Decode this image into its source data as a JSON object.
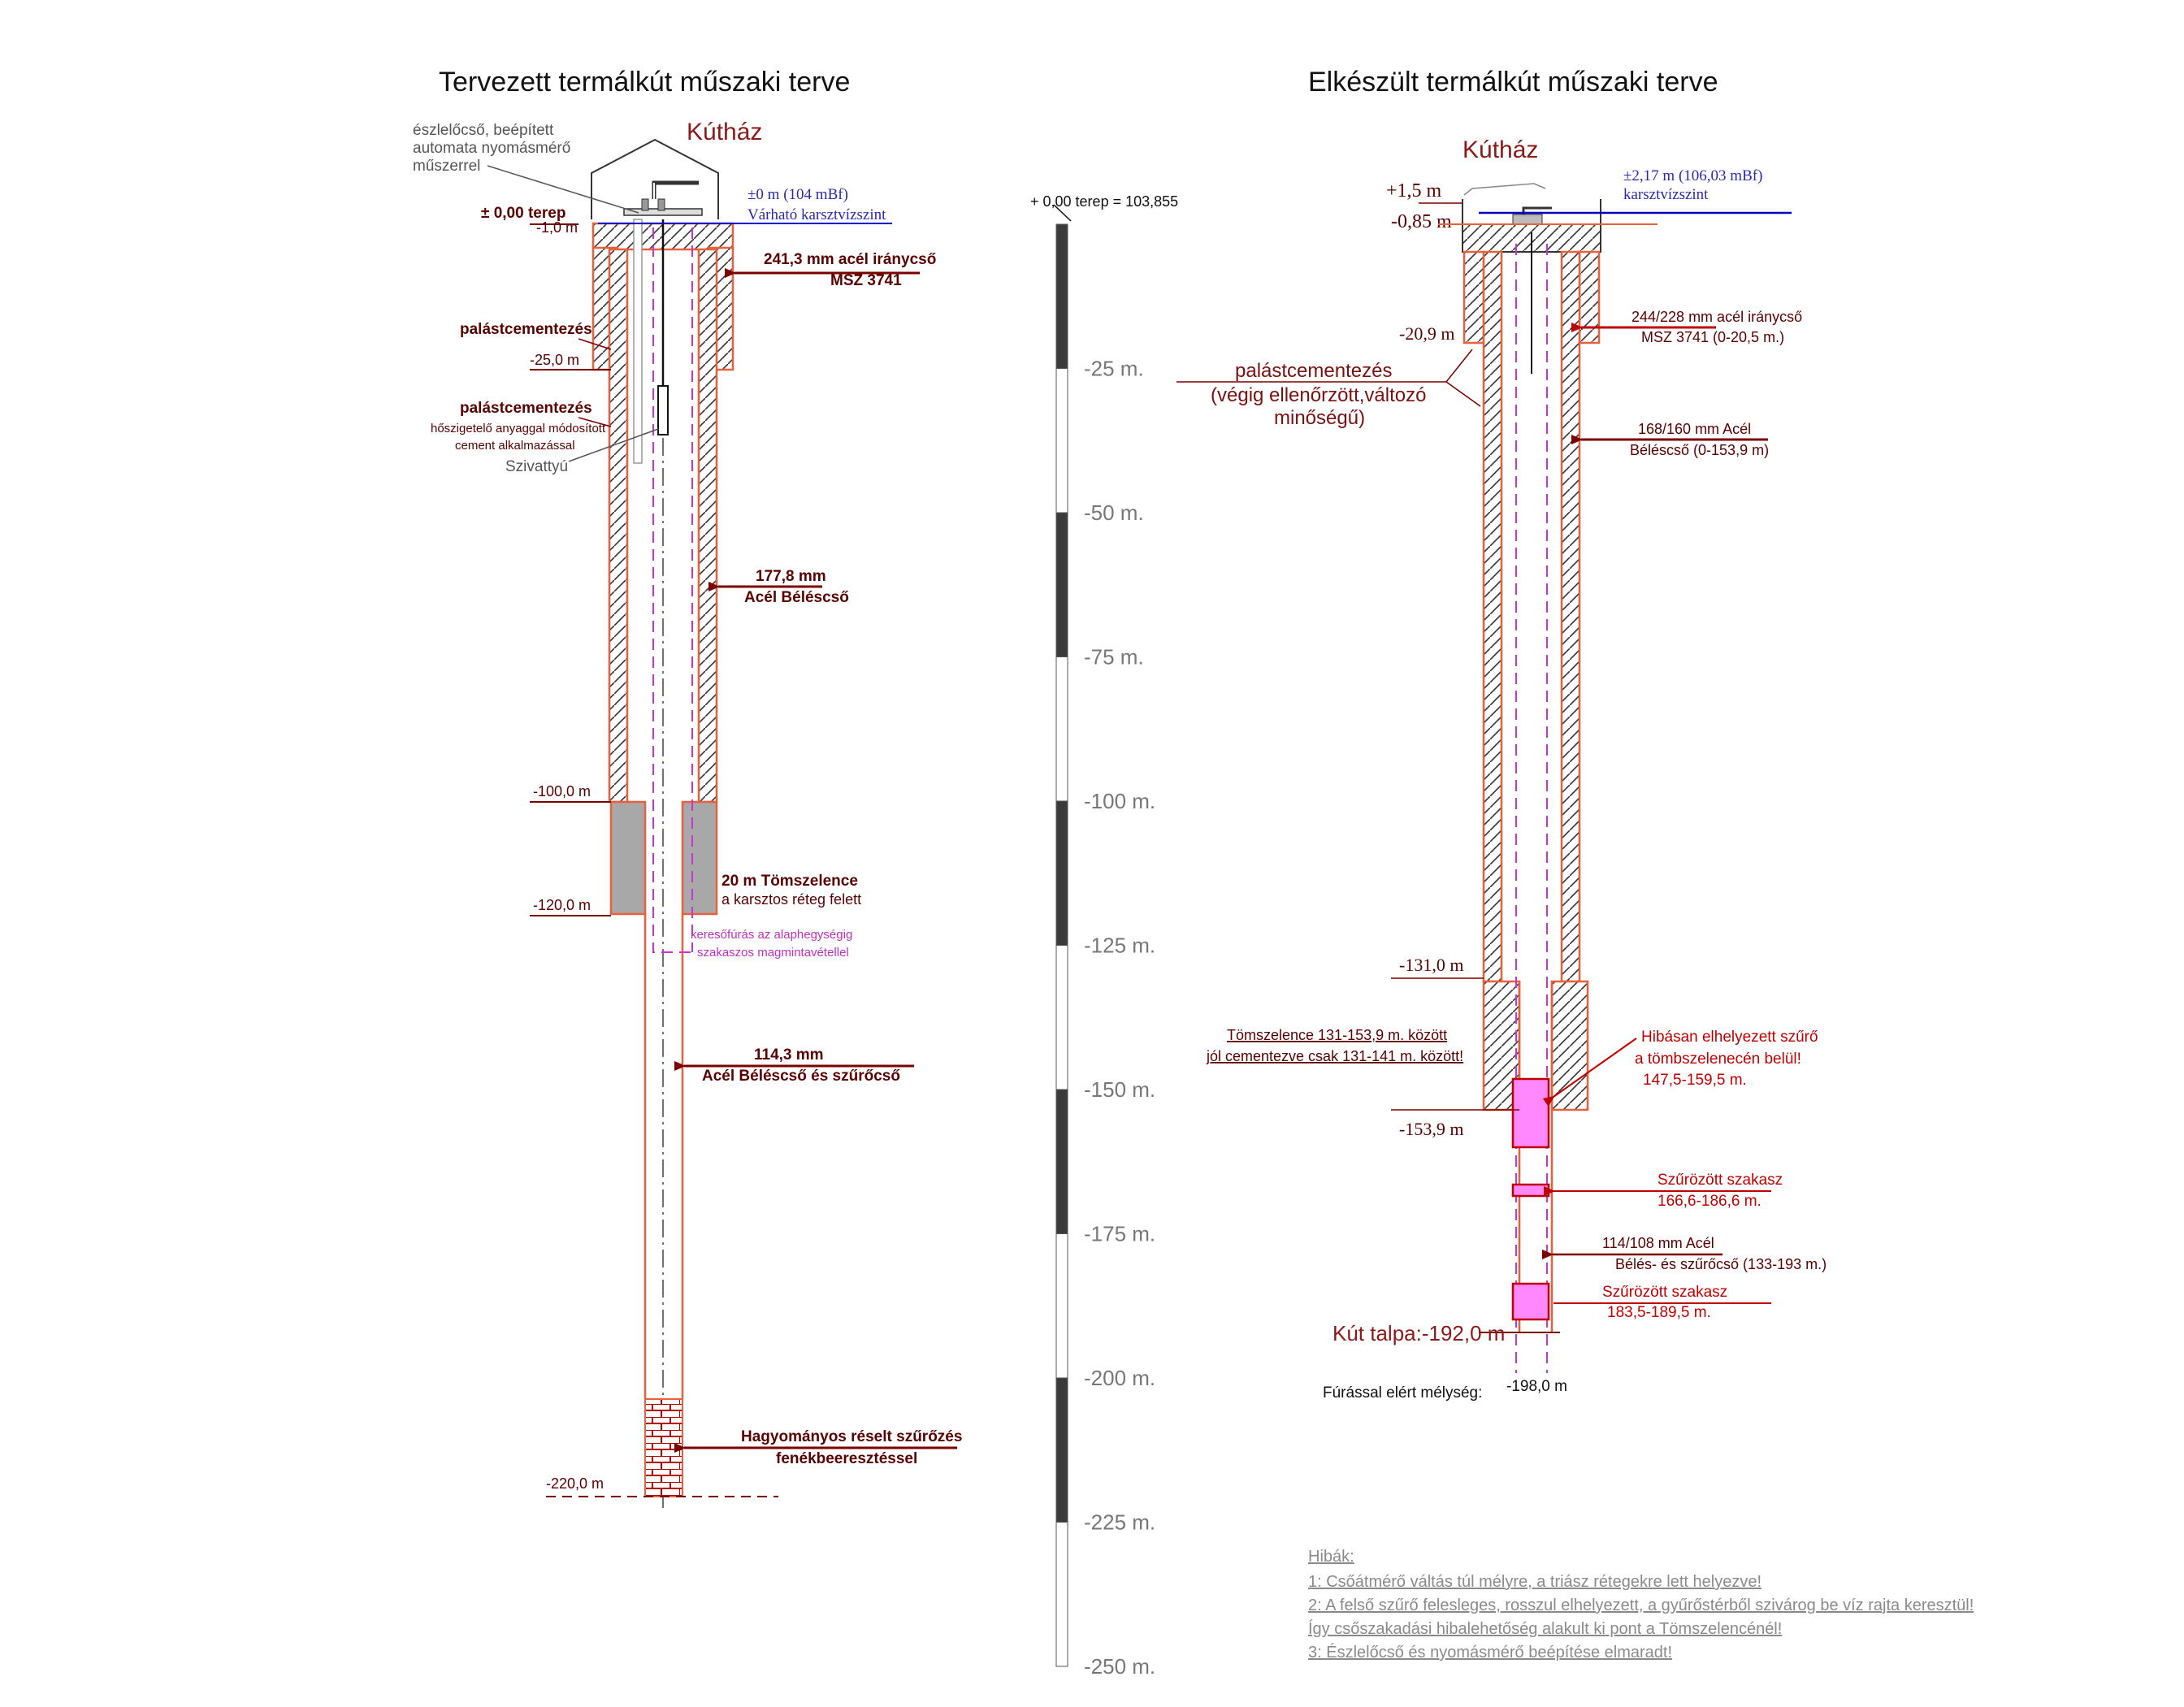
{
  "titles": {
    "planned": "Tervezett termálkút műszaki terve",
    "completed": "Elkészült termálkút műszaki terve"
  },
  "planned": {
    "kuthaz": "Kútház",
    "observation_pipe": [
      "észlelőcső, beépített",
      "automata nyomásmérő",
      "műszerrel"
    ],
    "water_level": [
      "±0 m (104 mBf)",
      "Várható karsztvízszint"
    ],
    "terep": "± 0,00 terep",
    "depth_top": "-1,0 m",
    "casing_outer": [
      "241,3 mm acél iránycső",
      "MSZ 3741"
    ],
    "cementing_1": "palástcementezés",
    "depth_25": "-25,0 m",
    "cementing_2": "palástcementezés",
    "cementing_2_note": [
      "hőszigetelő anyaggal módosított",
      "cement alkalmazással"
    ],
    "pump": "Szivattyú",
    "casing_inner": [
      "177,8 mm",
      "Acél Béléscső"
    ],
    "depth_100": "-100,0 m",
    "plug": [
      "20 m Tömszelence",
      "a karsztos réteg felett"
    ],
    "depth_120": "-120,0 m",
    "exploration": [
      "keresőfúrás az alaphegységig",
      "szakaszos magmintavétellel"
    ],
    "casing_small": [
      "114,3 mm",
      "Acél Béléscső és szűrőcső"
    ],
    "filter": [
      "Hagyományos réselt szűrőzés",
      "fenékbeeresztéssel"
    ],
    "depth_220": "-220,0 m"
  },
  "scale": {
    "terep": "+ 0,00 terep = 103,855",
    "ticks": [
      "-25 m.",
      "-50 m.",
      "-75 m.",
      "-100 m.",
      "-125 m.",
      "-150 m.",
      "-175 m.",
      "-200 m.",
      "-225 m.",
      "-250 m."
    ]
  },
  "completed": {
    "kuthaz": "Kútház",
    "water_level": [
      "±2,17 m (106,03 mBf)",
      "karsztvízszint"
    ],
    "elev_plus": "+1,5  m",
    "elev_minus": "-0,85  m",
    "casing_outer": [
      "244/228 mm acél iránycső",
      "MSZ 3741 (0-20,5 m.)"
    ],
    "depth_20_9": "-20,9 m",
    "cementing": [
      "palástcementezés",
      "(végig ellenőrzött,változó",
      "minőségű)"
    ],
    "casing_inner": [
      "168/160 mm Acél",
      "Béléscső (0-153,9 m)"
    ],
    "depth_131": "-131,0 m",
    "plug": [
      "Tömszelence 131-153,9 m. között",
      "jól cementezve csak 131-141 m. között!"
    ],
    "bad_filter": [
      "Hibásan elhelyezett szűrő",
      "a tömbszelenecén belül!",
      "147,5-159,5 m."
    ],
    "depth_153_9": "-153,9 m",
    "filtered_1": [
      "Szűrözött szakasz",
      "166,6-186,6 m."
    ],
    "casing_small": [
      "114/108 mm Acél",
      "Bélés- és szűrőcső (133-193 m.)"
    ],
    "filtered_2": [
      "Szűrözött szakasz",
      "183,5-189,5 m."
    ],
    "bottom": "Kút talpa:-192,0 m",
    "drilled_label": "Fúrással elért mélység:",
    "drilled_value": "-198,0 m"
  },
  "errors": {
    "title": "Hibák:",
    "lines": [
      "1: Csőátmérő váltás túl mélyre, a triász rétegekre lett helyezve!",
      "2: A felső szűrő felesleges, rosszul elhelyezett, a gyűrőstérből szivárog be víz rajta keresztül!",
      "Így csőszakadási hibalehetőség alakult ki pont a Tömszelencénél!",
      "3: Észlelőcső és nyomásmérő beépítése elmaradt!"
    ]
  },
  "colors": {
    "casing": "#e8603c",
    "hatch": "#333333",
    "dark_red": "#7a0000",
    "magenta": "#cc33cc",
    "pink_filter": "#ff88ff",
    "plug_grey": "#a8a8a8",
    "water_blue": "#0000cc"
  }
}
